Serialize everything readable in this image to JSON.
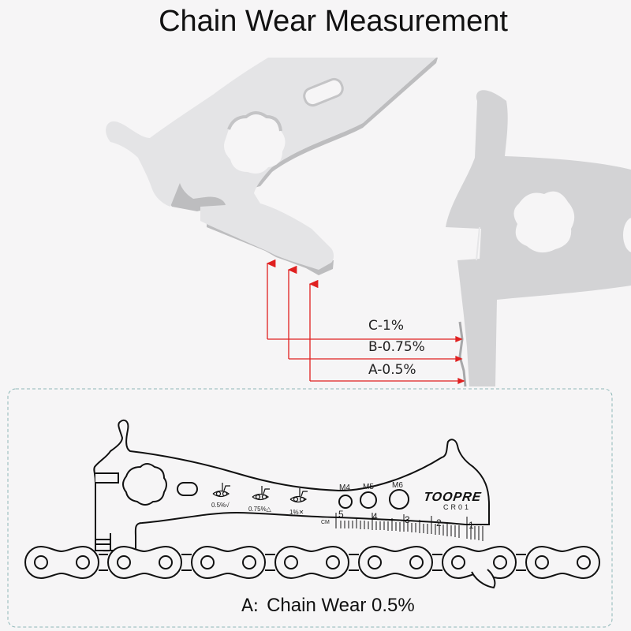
{
  "title": "Chain Wear Measurement",
  "callouts": [
    {
      "label": "C-1%"
    },
    {
      "label": "B-0.75%"
    },
    {
      "label": "A-0.5%"
    }
  ],
  "tool_diagram": {
    "brand": "TOOPRE",
    "model": "CR01",
    "wear_indicators": [
      {
        "label": "0.5%√"
      },
      {
        "label": "0.75%△"
      },
      {
        "label": "1%✕"
      }
    ],
    "spoke_holes": [
      {
        "label": "M4"
      },
      {
        "label": "M5"
      },
      {
        "label": "M6"
      }
    ],
    "ruler": {
      "unit": "CM",
      "numbers": [
        "5",
        "4",
        "3",
        "2",
        "1"
      ]
    }
  },
  "caption": {
    "key": "A:",
    "text": "Chain Wear 0.5%"
  },
  "colors": {
    "background": "#f6f5f6",
    "arrow": "#e02020",
    "tool_metal": "#e4e4e6",
    "tool_shadow": "#d3d3d5",
    "dash_border": "#8fb8b8"
  }
}
